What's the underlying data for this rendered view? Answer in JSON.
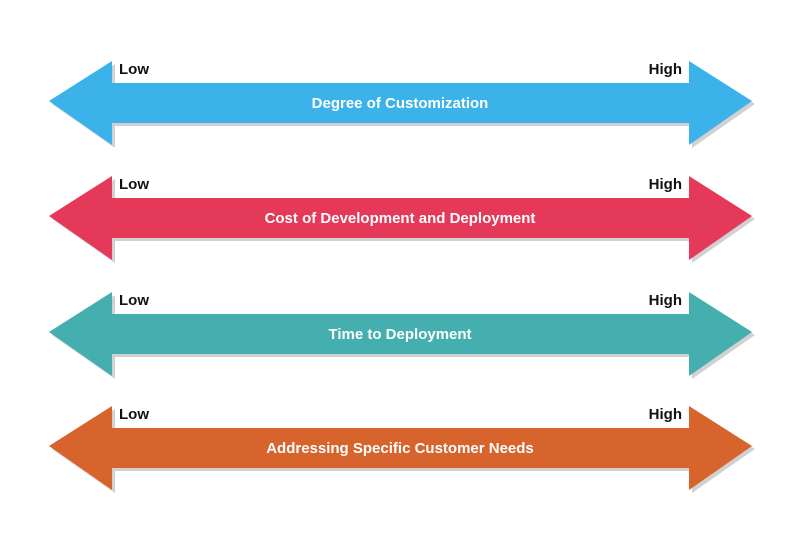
{
  "arrows": [
    {
      "title": "Degree of Customization",
      "low_label": "Low",
      "high_label": "High",
      "color": "#3bb3ea"
    },
    {
      "title": "Cost of Development and Deployment",
      "low_label": "Low",
      "high_label": "High",
      "color": "#e5395a"
    },
    {
      "title": "Time to Deployment",
      "low_label": "Low",
      "high_label": "High",
      "color": "#45aeae"
    },
    {
      "title": "Addressing Specific Customer Needs",
      "low_label": "Low",
      "high_label": "High",
      "color": "#d7632d"
    }
  ]
}
